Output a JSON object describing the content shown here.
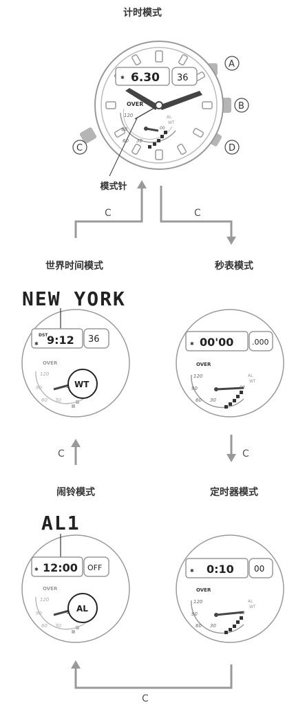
{
  "titles": {
    "timekeeping": "计时模式",
    "world_time": "世界时间模式",
    "stopwatch": "秒表模式",
    "alarm": "闹铃模式",
    "timer": "定时器模式"
  },
  "callouts": {
    "mode_hand": "模式针",
    "world_city": "NEW YORK",
    "alarm_name": "AL1"
  },
  "buttons": {
    "a": "A",
    "b": "B",
    "c": "C",
    "d": "D"
  },
  "transitions": {
    "to_world_time": "C",
    "to_stopwatch": "C",
    "alarm_to_world_time": "C",
    "stopwatch_to_timer": "C",
    "timer_to_alarm": "C"
  },
  "dial": {
    "over": "OVER",
    "n120": "120",
    "n90": "90",
    "n60": "60",
    "n30": "30",
    "al": "AL",
    "wt": "WT",
    "zero": "00"
  },
  "watches": {
    "timekeeping": {
      "main": "6.30",
      "sub": "36"
    },
    "world_time": {
      "dst": "DST",
      "main": "9:12",
      "sub": "36",
      "hand_label": "WT"
    },
    "stopwatch": {
      "main": "00'00",
      "sub": ".000"
    },
    "alarm": {
      "main": "12:00",
      "sub": "OFF",
      "hand_label": "AL"
    },
    "timer": {
      "main": "0:10",
      "sub": "00"
    }
  }
}
